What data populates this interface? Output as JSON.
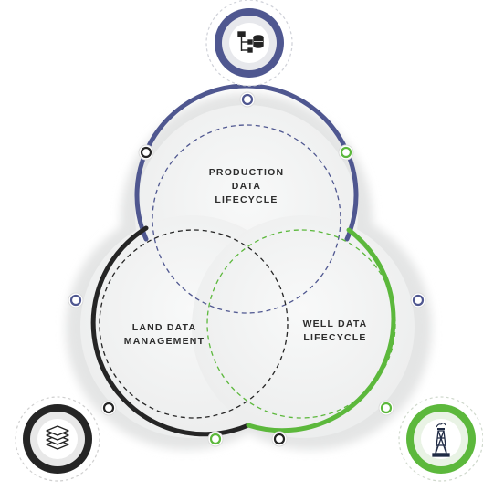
{
  "diagram": {
    "circles": [
      {
        "id": "production",
        "label_lines": [
          "PRODUCTION",
          "DATA",
          "LIFECYCLE"
        ],
        "color": "#4f5790"
      },
      {
        "id": "land",
        "label_lines": [
          "LAND DATA",
          "MANAGEMENT"
        ],
        "color": "#252525"
      },
      {
        "id": "well",
        "label_lines": [
          "WELL DATA",
          "LIFECYCLE"
        ],
        "color": "#5cb83c"
      }
    ],
    "icons": {
      "top": "database-tree-icon",
      "bottom_left": "layers-icon",
      "bottom_right": "oil-derrick-icon"
    },
    "colors": {
      "blue": "#4f5790",
      "black": "#252525",
      "green": "#5cb83c",
      "disc": "#f3f4f4",
      "shadow": "#e3e4e4"
    }
  }
}
